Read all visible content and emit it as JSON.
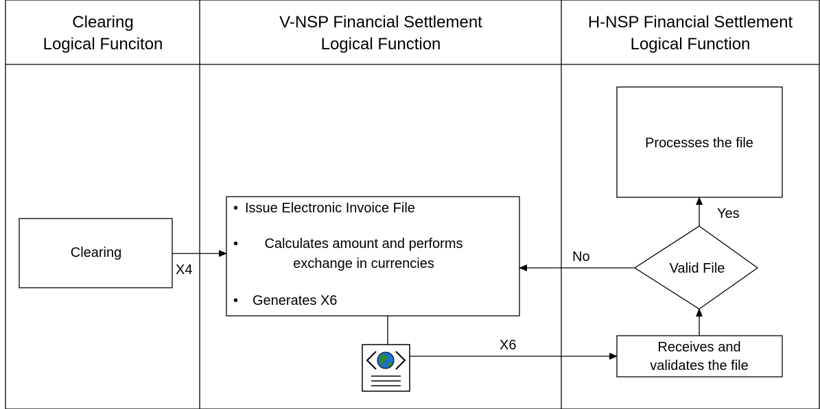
{
  "lanes": [
    {
      "title_line1": "Clearing",
      "title_line2": "Logical Funciton"
    },
    {
      "title_line1": "V-NSP Financial Settlement",
      "title_line2": "Logical Function"
    },
    {
      "title_line1": "H-NSP Financial Settlement",
      "title_line2": "Logical Function"
    }
  ],
  "nodes": {
    "clearing": "Clearing",
    "invoice": {
      "bullet1": "Issue Electronic Invoice File",
      "bullet2_line1": "Calculates amount and performs",
      "bullet2_line2": "exchange in currencies",
      "bullet3": "Generates X6"
    },
    "processes": "Processes the file",
    "valid_file": "Valid File",
    "receives_line1": "Receives and",
    "receives_line2": "validates the file"
  },
  "edges": {
    "x4": "X4",
    "x6": "X6",
    "no": "No",
    "yes": "Yes"
  },
  "icons": {
    "file_icon": "xml-globe-document-icon"
  },
  "colors": {
    "line": "#000000",
    "globe_blue": "#1f6fd1",
    "globe_green": "#2e8b2e"
  }
}
